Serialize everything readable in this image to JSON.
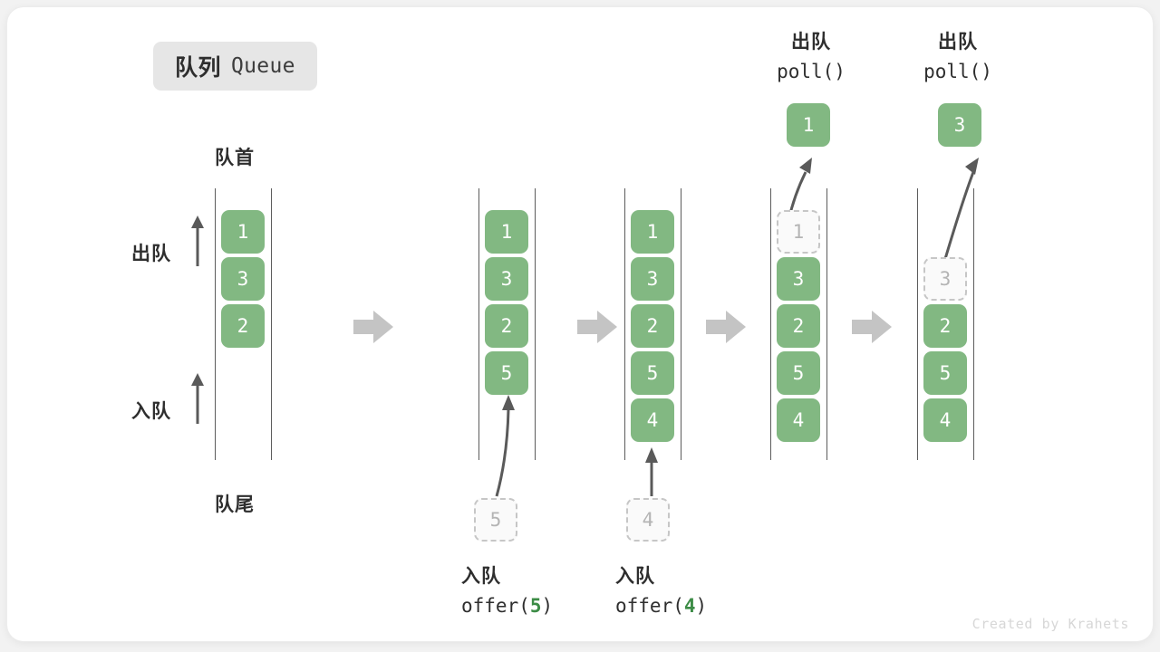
{
  "title": {
    "cn": "队列",
    "en": "Queue"
  },
  "watermark": "Created by Krahets",
  "annotations": {
    "front": "队首",
    "rear": "队尾",
    "dequeue": "出队",
    "enqueue": "入队"
  },
  "colors": {
    "element": "#82b882",
    "ghost_fill": "#fafafa",
    "ghost_border": "#c6c6c6",
    "ghost_text": "#b4b4b4",
    "rail": "#5c5c5c",
    "arrow": "#5a5a5a",
    "chevron": "#c4c4c4",
    "accent_number": "#3c8c46",
    "badge_bg": "#e6e6e6",
    "text": "#2e2e2e",
    "watermark": "#d7d7d7"
  },
  "columns": [
    {
      "id": "initial",
      "items": [
        "1",
        "3",
        "2"
      ],
      "capacity": 6,
      "ghost_index": null,
      "caption_cn": null,
      "caption_code": null,
      "caption_code_arg": null,
      "popped_value": null,
      "pushed_value": null
    },
    {
      "id": "after-offer-5",
      "items": [
        "1",
        "3",
        "2",
        "5"
      ],
      "capacity": 6,
      "ghost_index": null,
      "caption_cn": "入队",
      "caption_code_prefix": "offer(",
      "caption_code_arg": "5",
      "caption_code_suffix": ")",
      "pushed_value": "5"
    },
    {
      "id": "after-offer-4",
      "items": [
        "1",
        "3",
        "2",
        "5",
        "4"
      ],
      "capacity": 6,
      "ghost_index": null,
      "caption_cn": "入队",
      "caption_code_prefix": "offer(",
      "caption_code_arg": "4",
      "caption_code_suffix": ")",
      "pushed_value": "4"
    },
    {
      "id": "after-poll-1",
      "items": [
        "1",
        "3",
        "2",
        "5",
        "4"
      ],
      "capacity": 6,
      "ghost_index": 0,
      "header_cn": "出队",
      "header_code": "poll()",
      "popped_value": "1"
    },
    {
      "id": "after-poll-3",
      "items": [
        "",
        "3",
        "2",
        "5",
        "4"
      ],
      "capacity": 6,
      "ghost_index": 1,
      "header_cn": "出队",
      "header_code": "poll()",
      "popped_value": "3"
    }
  ],
  "enqueue_ghosts": [
    {
      "value": "5"
    },
    {
      "value": "4"
    }
  ]
}
